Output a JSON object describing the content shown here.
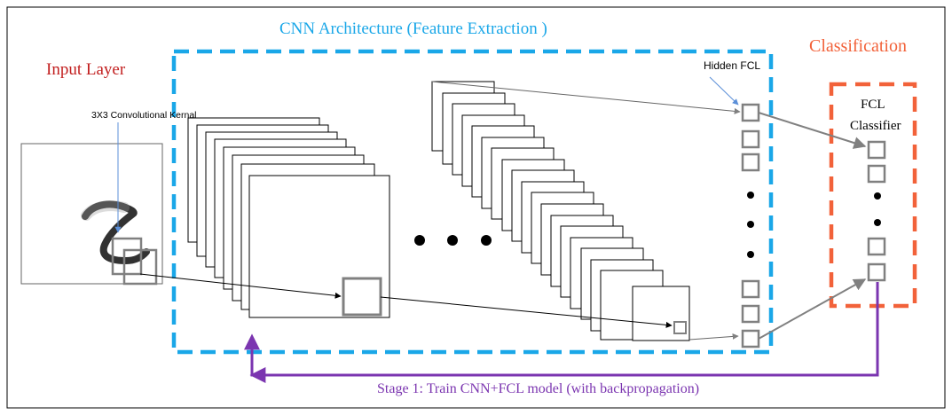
{
  "titles": {
    "cnn_architecture": "CNN Architecture (Feature Extraction )",
    "classification": "Classification",
    "input_layer": "Input Layer"
  },
  "annotations": {
    "kernel": "3X3 Convolutional Kernal",
    "hidden_fcl": "Hidden FCL",
    "fcl_classifier_line1": "FCL",
    "fcl_classifier_line2": "Classifier",
    "stage1": "Stage 1: Train CNN+FCL model (with backpropagation)"
  },
  "colors": {
    "cnn_box": "#1aa7e8",
    "classification_box": "#f2623a",
    "input_title": "#c21f1f",
    "cnn_title": "#1aa7e8",
    "classification_title": "#f2623a",
    "backprop": "#7b35b0",
    "connector_gray": "#808080",
    "annotation_blue": "#5b8fd8"
  }
}
